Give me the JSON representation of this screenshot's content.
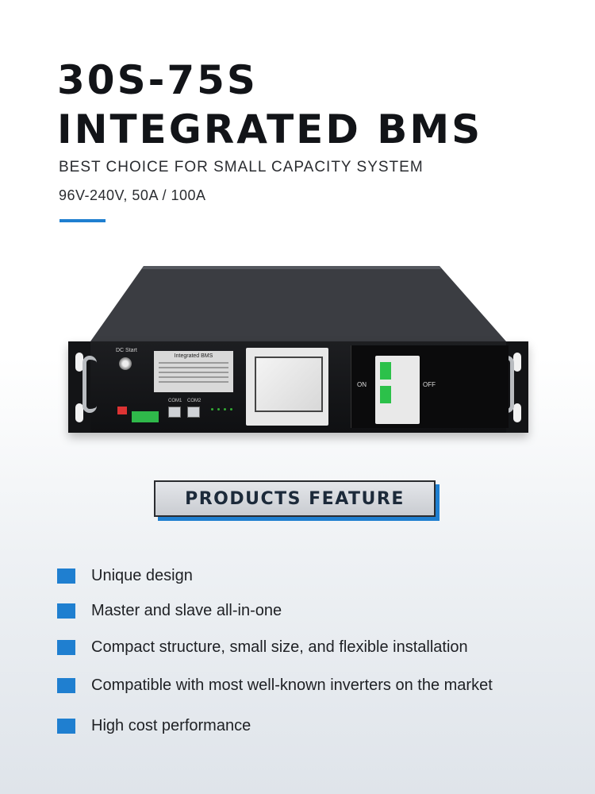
{
  "header": {
    "title_line1": "30S-75S",
    "title_line2": "INTEGRATED BMS",
    "subtitle": "BEST CHOICE FOR SMALL CAPACITY SYSTEM",
    "spec": "96V-240V, 50A / 100A",
    "accent_color": "#1f7fd0"
  },
  "product": {
    "dc_label": "DC Start",
    "plate_title": "Integrated BMS",
    "com1": "COM1",
    "com2": "COM2",
    "on_label": "ON",
    "off_label": "OFF"
  },
  "feature_heading": "PRODUCTS FEATURE",
  "features": [
    "Unique design",
    "Master and slave all-in-one",
    "Compact structure, small size, and flexible installation",
    "Compatible with most well-known inverters on the market",
    "High cost performance"
  ]
}
